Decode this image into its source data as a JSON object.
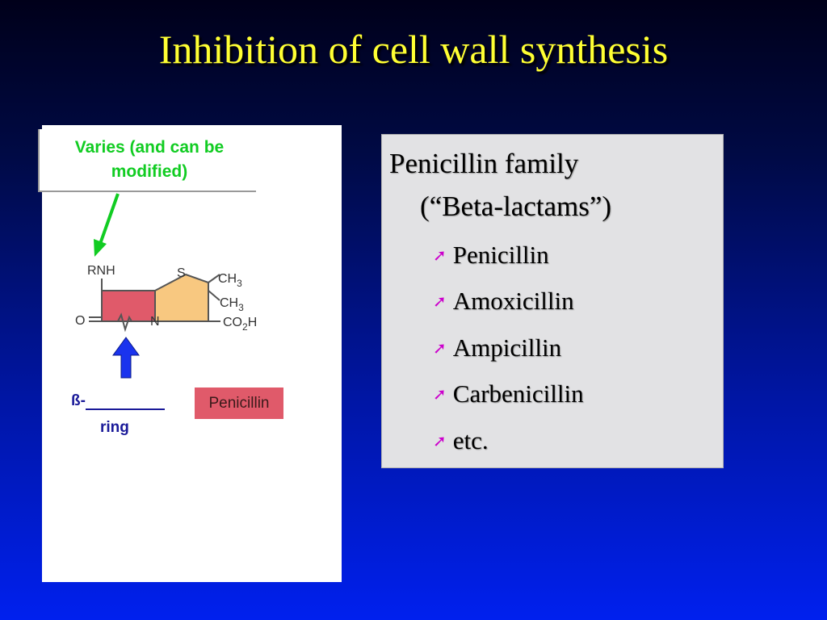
{
  "slide": {
    "title": "Inhibition of cell wall synthesis"
  },
  "figure": {
    "callout_line1": "Varies (and can be",
    "callout_line2": "modified)",
    "molecule": {
      "rnh": "RNH",
      "s": "S",
      "o": "O",
      "n": "N",
      "ch3_a": "CH",
      "ch3_a_sub": "3",
      "ch3_b": "CH",
      "ch3_b_sub": "3",
      "co2h": "CO",
      "co2h_sub": "2",
      "co2h_end": "H"
    },
    "beta_prefix": "ß-",
    "ring_label": "ring",
    "tag_label": "Penicillin"
  },
  "content": {
    "heading_line1": "Penicillin family",
    "heading_line2": "(“Beta-lactams”)",
    "bullet_icon": "arrow-up-right-icon",
    "items": [
      {
        "label": "Penicillin"
      },
      {
        "label": "Amoxicillin"
      },
      {
        "label": "Ampicillin"
      },
      {
        "label": "Carbenicillin"
      },
      {
        "label": "etc."
      }
    ]
  },
  "colors": {
    "title": "#ffff33",
    "callout_text": "#11cc22",
    "beta_lactam_ring": "#e05a6a",
    "thiazolidine_ring": "#f8c880",
    "up_arrow": "#1a33ee",
    "bullet_arrow": "#cc00cc"
  }
}
